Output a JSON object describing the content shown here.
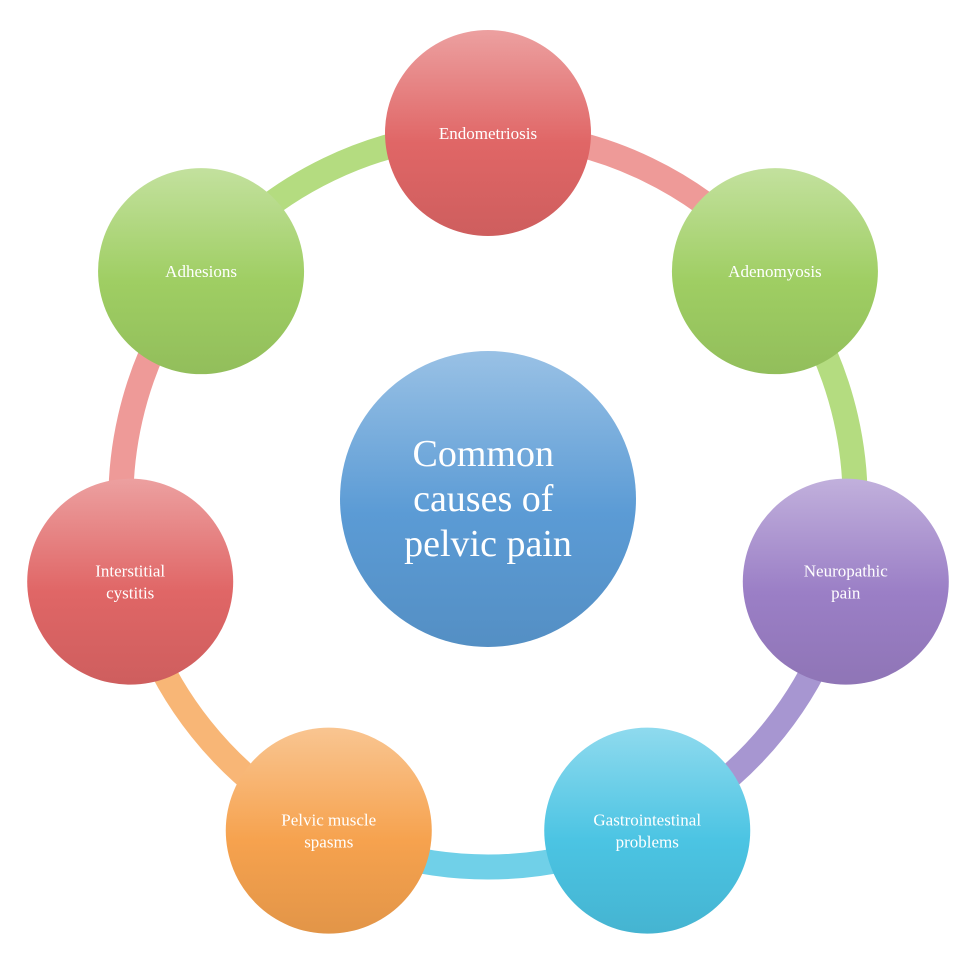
{
  "diagram": {
    "center": {
      "lines": [
        "Common",
        "causes of",
        "pelvic pain"
      ],
      "color": "#5b9bd5"
    },
    "nodes": [
      {
        "id": "endometriosis",
        "lines": [
          "Endometriosis"
        ],
        "color": "#e06666"
      },
      {
        "id": "adenomyosis",
        "lines": [
          "Adenomyosis"
        ],
        "color": "#9fce63"
      },
      {
        "id": "neuropathic-pain",
        "lines": [
          "Neuropathic",
          "pain"
        ],
        "color": "#9b7fc6"
      },
      {
        "id": "gastrointestinal-problems",
        "lines": [
          "Gastrointestinal",
          "problems"
        ],
        "color": "#4bc4e3"
      },
      {
        "id": "pelvic-muscle-spasms",
        "lines": [
          "Pelvic muscle",
          "spasms"
        ],
        "color": "#f6a24e"
      },
      {
        "id": "interstitial-cystitis",
        "lines": [
          "Interstitial",
          "cystitis"
        ],
        "color": "#e06666"
      },
      {
        "id": "adhesions",
        "lines": [
          "Adhesions"
        ],
        "color": "#9fce63"
      }
    ],
    "ring_colors": [
      "#ee9a98",
      "#b4dc80",
      "#a796d1",
      "#70d0e8",
      "#f8b676",
      "#ee9a98",
      "#b4dc80"
    ]
  }
}
